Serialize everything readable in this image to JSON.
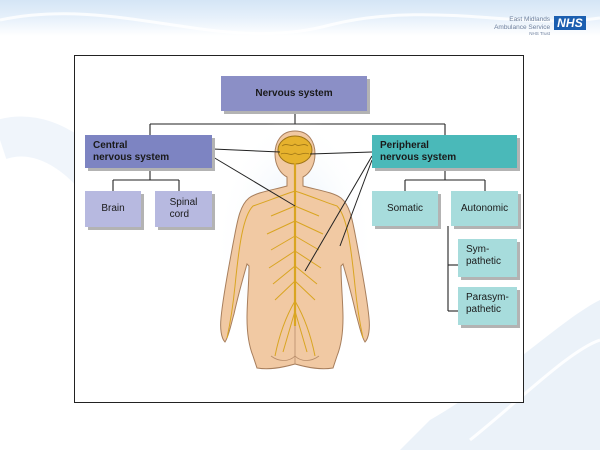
{
  "header": {
    "org_line1": "East Midlands",
    "org_line2": "Ambulance Service",
    "org_line3": "NHS Trust",
    "nhs_logo": "NHS"
  },
  "diagram": {
    "root": "Nervous system",
    "central": {
      "line1": "Central",
      "line2": "nervous system"
    },
    "peripheral": {
      "line1": "Peripheral",
      "line2": "nervous system"
    },
    "brain": "Brain",
    "spinal_cord": {
      "line1": "Spinal",
      "line2": "cord"
    },
    "somatic": "Somatic",
    "autonomic": "Autonomic",
    "sympathetic": {
      "line1": "Sym-",
      "line2": "pathetic"
    },
    "parasympathetic": {
      "line1": "Parasym-",
      "line2": "pathetic"
    },
    "illustration": "human-body-nervous-system-illustration"
  },
  "colors": {
    "root": "#8b8fc6",
    "central": "#7d84c2",
    "central_children": "#b7b9e0",
    "peripheral": "#4ab9b9",
    "peripheral_children": "#a7dcdc",
    "nhs_blue": "#1c5fb0",
    "nerve": "#d9a521",
    "skin": "#f1c9a3"
  }
}
